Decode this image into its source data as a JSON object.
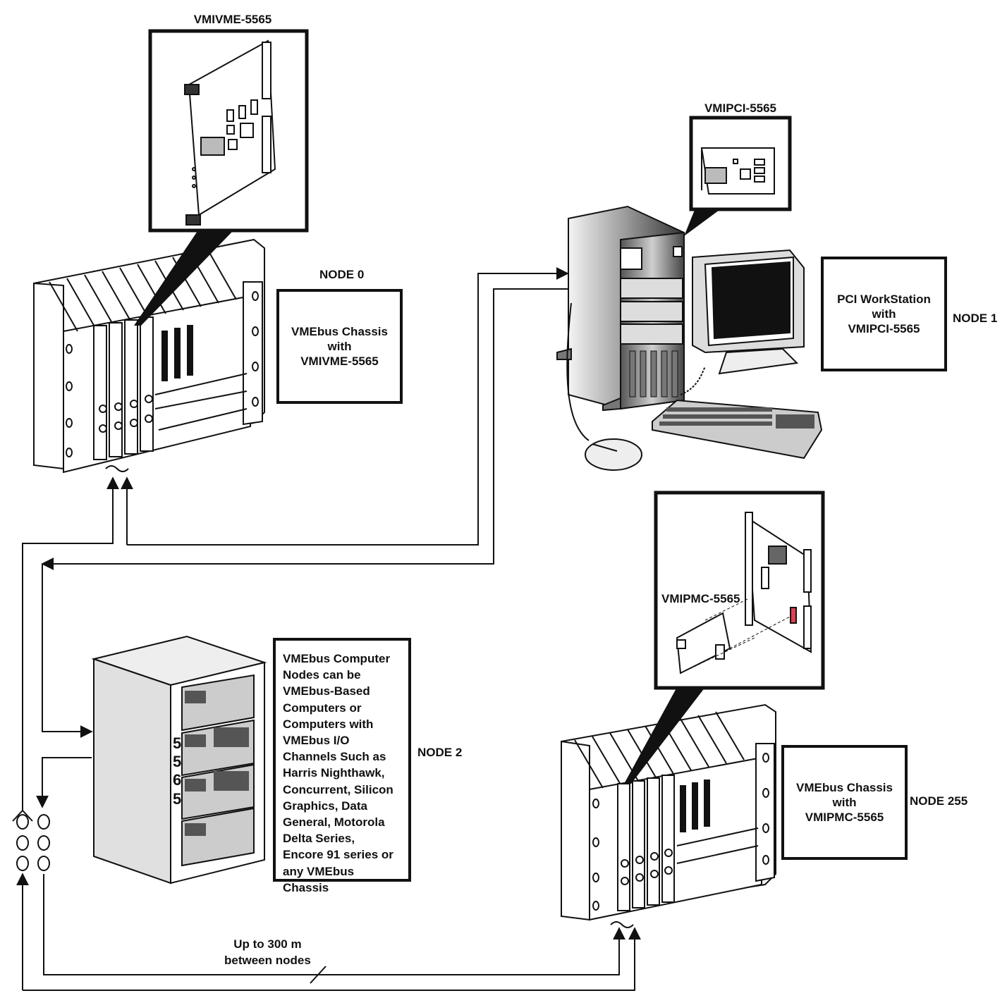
{
  "nodes": {
    "node0": {
      "label": "NODE 0",
      "card_label": "VMIVME-5565",
      "description": "VMEbus Chassis\nwith\nVMIVME-5565"
    },
    "node1": {
      "label": "NODE 1",
      "card_label": "VMIPCI-5565",
      "description": "PCI WorkStation\nwith\nVMIPCI-5565"
    },
    "node2": {
      "label": "NODE 2",
      "description": "VMEbus Computer\nNodes can be\nVMEbus-Based\nComputers or\nComputers with\nVMEbus I/O\nChannels Such as\nHarris Nighthawk,\nConcurrent, Silicon\nGraphics, Data\nGeneral, Motorola\nDelta Series,\nEncore 91 series or\nany VMEbus Chassis",
      "front_digits": [
        "5",
        "5",
        "6",
        "5"
      ]
    },
    "node255": {
      "label": "NODE 255",
      "card_label": "VMIPMC-5565",
      "description": "VMEbus Chassis\nwith\nVMIPMC-5565"
    }
  },
  "link_note": "Up to 300 m\nbetween nodes",
  "colors": {
    "ink": "#111111",
    "accent_connector": "#e04050",
    "panel_gray": "#cfcfcf"
  }
}
